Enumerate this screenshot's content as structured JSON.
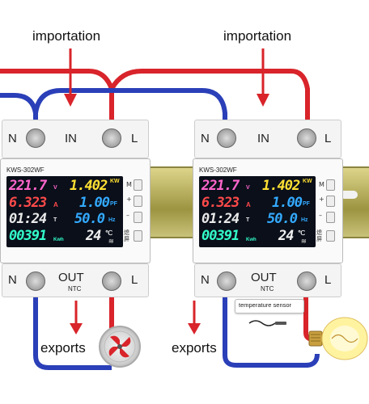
{
  "annotations": {
    "import_left": "importation",
    "import_right": "importation",
    "exports_left": "exports",
    "exports_right": "exports",
    "temp_sensor": "temperature sensor"
  },
  "meters": [
    {
      "model": "KWS-302WF",
      "top": {
        "n": "N",
        "in": "IN",
        "l": "L"
      },
      "bottom": {
        "n": "N",
        "out": "OUT",
        "ntc": "NTC",
        "l": "L"
      },
      "display": {
        "r1a": "221.7",
        "r1a_unit": "V",
        "r1b": "1.402",
        "r1b_unit": "KW",
        "r2a": "6.323",
        "r2a_unit": "A",
        "r2b": "1.00",
        "r2b_unit": "PF",
        "r3a": "01:24",
        "r3a_unit": "T",
        "r3b": "50.0",
        "r3b_unit": "Hz",
        "r4a": "00391",
        "r4a_unit": "Kwh",
        "r4b": "24",
        "r4b_unit": "℃"
      },
      "buttons": {
        "m": "M",
        "plus": "+",
        "minus": "–",
        "screen": "熄屏"
      }
    },
    {
      "model": "KWS-302WF",
      "top": {
        "n": "N",
        "in": "IN",
        "l": "L"
      },
      "bottom": {
        "n": "N",
        "out": "OUT",
        "ntc": "NTC",
        "l": "L"
      },
      "display": {
        "r1a": "221.7",
        "r1a_unit": "V",
        "r1b": "1.402",
        "r1b_unit": "KW",
        "r2a": "6.323",
        "r2a_unit": "A",
        "r2b": "1.00",
        "r2b_unit": "PF",
        "r3a": "01:24",
        "r3a_unit": "T",
        "r3b": "50.0",
        "r3b_unit": "Hz",
        "r4a": "00391",
        "r4a_unit": "Kwh",
        "r4b": "24",
        "r4b_unit": "℃"
      },
      "buttons": {
        "m": "M",
        "plus": "+",
        "minus": "–",
        "screen": "熄屏"
      }
    }
  ],
  "colors": {
    "live_wire": "#d8242a",
    "neutral_wire": "#2a3fb8",
    "arrow": "#d8242a",
    "rail": "#b8b060",
    "lcd_bg": "#0a0f1a",
    "volt": "#ff66cc",
    "power": "#ffe033",
    "amp": "#ff4a4a",
    "pf": "#33aaff",
    "time": "#e8e8e8",
    "hz": "#33aaff",
    "kwh": "#33ffcc",
    "temp": "#f0f0f0"
  }
}
